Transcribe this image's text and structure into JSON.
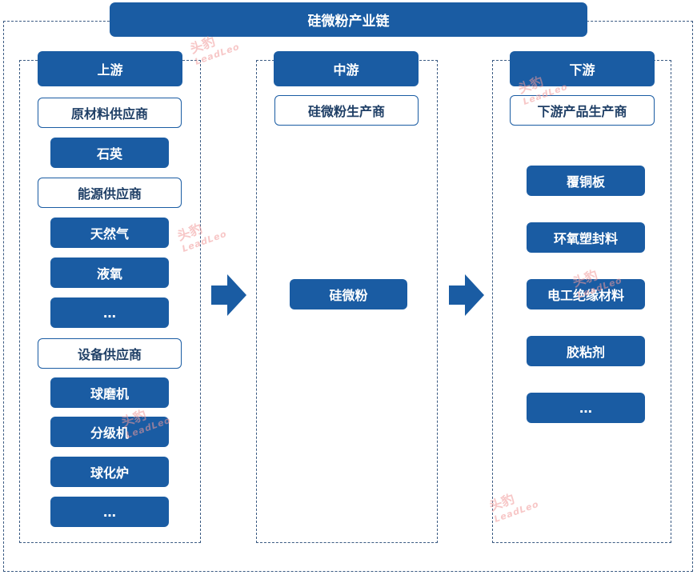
{
  "title": "硅微粉产业链",
  "upstream": {
    "header": "上游",
    "groups": [
      {
        "label": "原材料供应商",
        "items": [
          "石英"
        ]
      },
      {
        "label": "能源供应商",
        "items": [
          "天然气",
          "液氧",
          "…"
        ]
      },
      {
        "label": "设备供应商",
        "items": [
          "球磨机",
          "分级机",
          "球化炉",
          "…"
        ]
      }
    ]
  },
  "midstream": {
    "header": "中游",
    "sub": "硅微粉生产商",
    "item": "硅微粉"
  },
  "downstream": {
    "header": "下游",
    "sub": "下游产品生产商",
    "items": [
      "覆铜板",
      "环氧塑封料",
      "电工绝缘材料",
      "胶粘剂",
      "…"
    ]
  },
  "watermark": {
    "cn": "头豹",
    "en": "LeadLeo"
  },
  "colors": {
    "primary": "#1a5ca3",
    "dash": "#3a5a82",
    "watermark": "#f19a9a"
  }
}
